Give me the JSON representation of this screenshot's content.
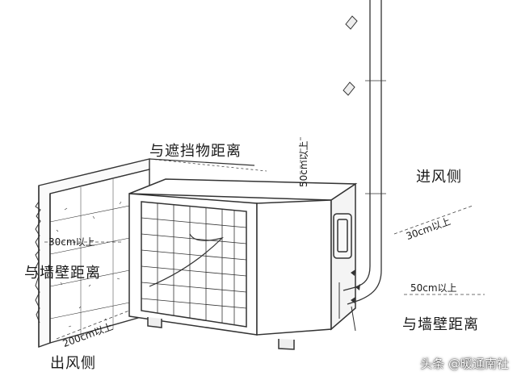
{
  "labels": {
    "shield_distance": "与遮挡物距离",
    "shield_spec": "50cm以上",
    "inlet_side": "进风侧",
    "inlet_wall_spec": "30cm以上",
    "back_wall_spec": "50cm以上",
    "back_wall_distance": "与墙壁距离",
    "left_wall_spec": "30cm以上",
    "left_wall_distance": "与墙壁距离",
    "outlet_spec": "200cm以上",
    "outlet_side": "出风侧"
  },
  "watermark": "头条 @暖通南社",
  "colors": {
    "line": "#333333",
    "text": "#1a1a1a"
  }
}
